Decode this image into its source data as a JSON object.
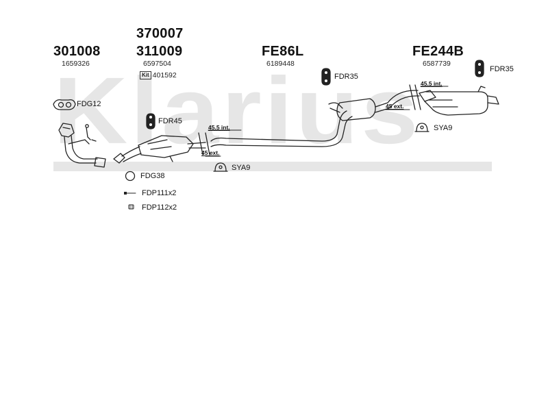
{
  "watermark": {
    "text": "Klarius"
  },
  "groups": [
    {
      "code": "301008",
      "ref": "1659326"
    },
    {
      "code_top": "370007",
      "code": "311009",
      "ref": "6597504",
      "kit_label": "Kit",
      "kit_ref": "401592"
    },
    {
      "code": "FE86L",
      "ref": "6189448"
    },
    {
      "code": "FE244B",
      "ref": "6587739"
    }
  ],
  "fittings": {
    "fdg12": "FDG12",
    "fdr45": "FDR45",
    "fdg38": "FDG38",
    "fdp111": "FDP111x2",
    "fdp112": "FDP112x2",
    "sya9_lower": "SYA9",
    "fdr35_mid": "FDR35",
    "fdr35_right": "FDR35",
    "sya9_right": "SYA9"
  },
  "dimensions": {
    "d1_int": "45.5 int.",
    "d1_ext": "45 ext.",
    "d2_int": "45.5 int.",
    "d2_ext": "45 ext."
  }
}
